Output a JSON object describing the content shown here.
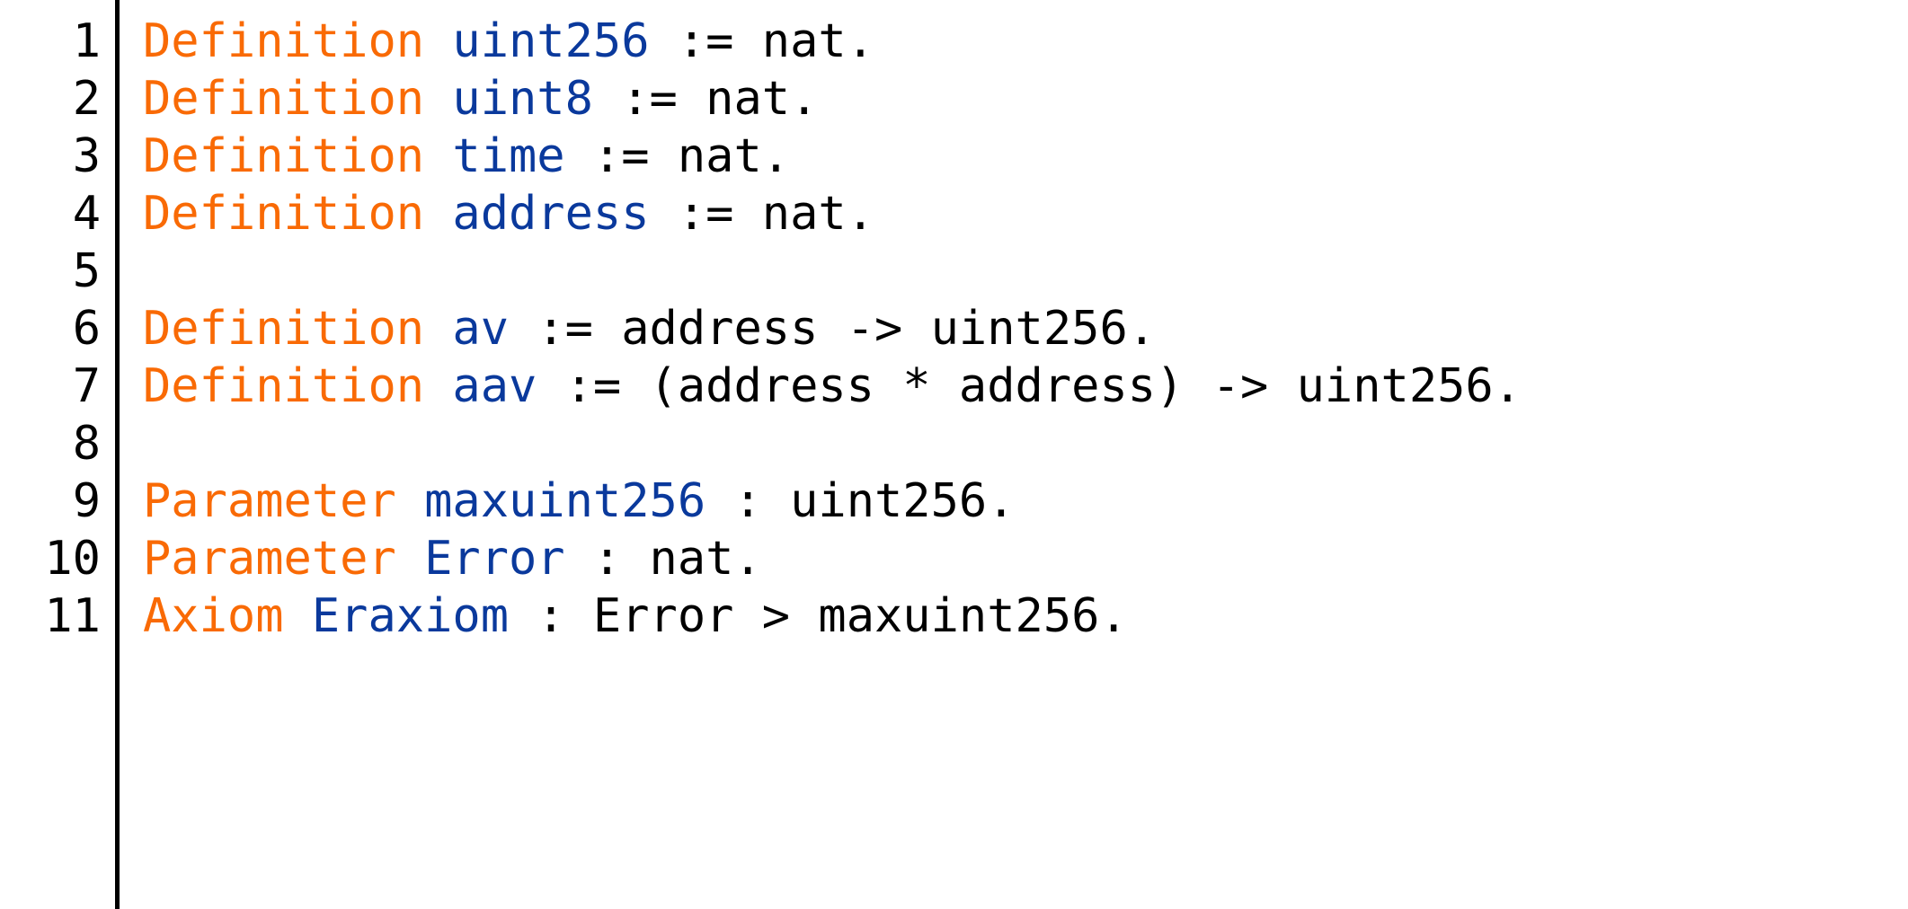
{
  "editor": {
    "language": "Coq",
    "background_color": "#ffffff",
    "gutter_separator_color": "#000000",
    "line_number_color": "#000000",
    "colors": {
      "keyword": "#f96a05",
      "identifier": "#0a399c",
      "plain": "#000000"
    },
    "line_numbers": [
      "1",
      "2",
      "3",
      "4",
      "5",
      "6",
      "7",
      "8",
      "9",
      "10",
      "11"
    ],
    "lines": [
      {
        "number": "1",
        "text": "Definition uint256 := nat.",
        "tokens": [
          {
            "text": "Definition",
            "kind": "keyword"
          },
          {
            "text": " ",
            "kind": "plain"
          },
          {
            "text": "uint256",
            "kind": "identifier"
          },
          {
            "text": " := nat.",
            "kind": "plain"
          }
        ]
      },
      {
        "number": "2",
        "text": "Definition uint8 := nat.",
        "tokens": [
          {
            "text": "Definition",
            "kind": "keyword"
          },
          {
            "text": " ",
            "kind": "plain"
          },
          {
            "text": "uint8",
            "kind": "identifier"
          },
          {
            "text": " := nat.",
            "kind": "plain"
          }
        ]
      },
      {
        "number": "3",
        "text": "Definition time := nat.",
        "tokens": [
          {
            "text": "Definition",
            "kind": "keyword"
          },
          {
            "text": " ",
            "kind": "plain"
          },
          {
            "text": "time",
            "kind": "identifier"
          },
          {
            "text": " := nat.",
            "kind": "plain"
          }
        ]
      },
      {
        "number": "4",
        "text": "Definition address := nat.",
        "tokens": [
          {
            "text": "Definition",
            "kind": "keyword"
          },
          {
            "text": " ",
            "kind": "plain"
          },
          {
            "text": "address",
            "kind": "identifier"
          },
          {
            "text": " := nat.",
            "kind": "plain"
          }
        ]
      },
      {
        "number": "5",
        "text": "",
        "tokens": []
      },
      {
        "number": "6",
        "text": "Definition av := address -> uint256.",
        "tokens": [
          {
            "text": "Definition",
            "kind": "keyword"
          },
          {
            "text": " ",
            "kind": "plain"
          },
          {
            "text": "av",
            "kind": "identifier"
          },
          {
            "text": " := address -> uint256.",
            "kind": "plain"
          }
        ]
      },
      {
        "number": "7",
        "text": "Definition aav := (address * address) -> uint256.",
        "tokens": [
          {
            "text": "Definition",
            "kind": "keyword"
          },
          {
            "text": " ",
            "kind": "plain"
          },
          {
            "text": "aav",
            "kind": "identifier"
          },
          {
            "text": " := (address * address) -> uint256.",
            "kind": "plain"
          }
        ]
      },
      {
        "number": "8",
        "text": "",
        "tokens": []
      },
      {
        "number": "9",
        "text": "Parameter maxuint256 : uint256.",
        "tokens": [
          {
            "text": "Parameter",
            "kind": "keyword"
          },
          {
            "text": " ",
            "kind": "plain"
          },
          {
            "text": "maxuint256",
            "kind": "identifier"
          },
          {
            "text": " : uint256.",
            "kind": "plain"
          }
        ]
      },
      {
        "number": "10",
        "text": "Parameter Error : nat.",
        "tokens": [
          {
            "text": "Parameter",
            "kind": "keyword"
          },
          {
            "text": " ",
            "kind": "plain"
          },
          {
            "text": "Error",
            "kind": "identifier"
          },
          {
            "text": " : nat.",
            "kind": "plain"
          }
        ]
      },
      {
        "number": "11",
        "text": "Axiom Eraxiom : Error > maxuint256.",
        "tokens": [
          {
            "text": "Axiom",
            "kind": "keyword"
          },
          {
            "text": " ",
            "kind": "plain"
          },
          {
            "text": "Eraxiom",
            "kind": "identifier"
          },
          {
            "text": " : Error > maxuint256.",
            "kind": "plain"
          }
        ]
      }
    ]
  }
}
